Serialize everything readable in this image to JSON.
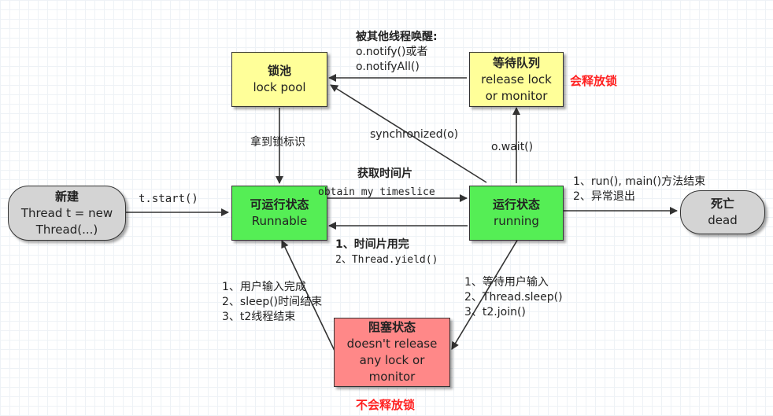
{
  "colors": {
    "yellow": "#ffff99",
    "green": "#55ee55",
    "red": "#ff8888",
    "gray": "#d4d4d4",
    "warn": "#ff2222"
  },
  "nodes": {
    "new": {
      "title": "新建",
      "line1": "Thread t = new",
      "line2": "Thread(...)"
    },
    "lock_pool": {
      "title": "锁池",
      "line1": "lock pool"
    },
    "wait_queue": {
      "title": "等待队列",
      "line1": "release lock",
      "line2": "or monitor"
    },
    "runnable": {
      "title": "可运行状态",
      "line1": "Runnable"
    },
    "running": {
      "title": "运行状态",
      "line1": "running"
    },
    "dead": {
      "title": "死亡",
      "line1": "dead"
    },
    "blocked": {
      "title": "阻塞状态",
      "line1": "doesn't release",
      "line2": "any lock or",
      "line3": "monitor"
    }
  },
  "labels": {
    "notify": {
      "line1": "被其他线程唤醒:",
      "line2": "o.notify()或者",
      "line3": "o.notifyAll()"
    },
    "release_lock": "会释放锁",
    "get_lock": "拿到锁标识",
    "synchronized": "synchronized(o)",
    "wait": "o.wait()",
    "start": "t.start()",
    "timeslice_cn": "获取时间片",
    "timeslice_en": "obtain my timeslice",
    "end": {
      "line1": "1、run(), main()方法结束",
      "line2": "2、异常退出"
    },
    "yield": {
      "line1": "1、时间片用完",
      "line2": "2、Thread.yield()"
    },
    "unblock": {
      "line1": "1、用户输入完成",
      "line2": "2、sleep()时间结束",
      "line3": "3、t2线程结束"
    },
    "block": {
      "line1": "1、等待用户输入",
      "line2": "2、Thread.sleep()",
      "line3": "3、t2.join()"
    },
    "no_release": "不会释放锁"
  }
}
